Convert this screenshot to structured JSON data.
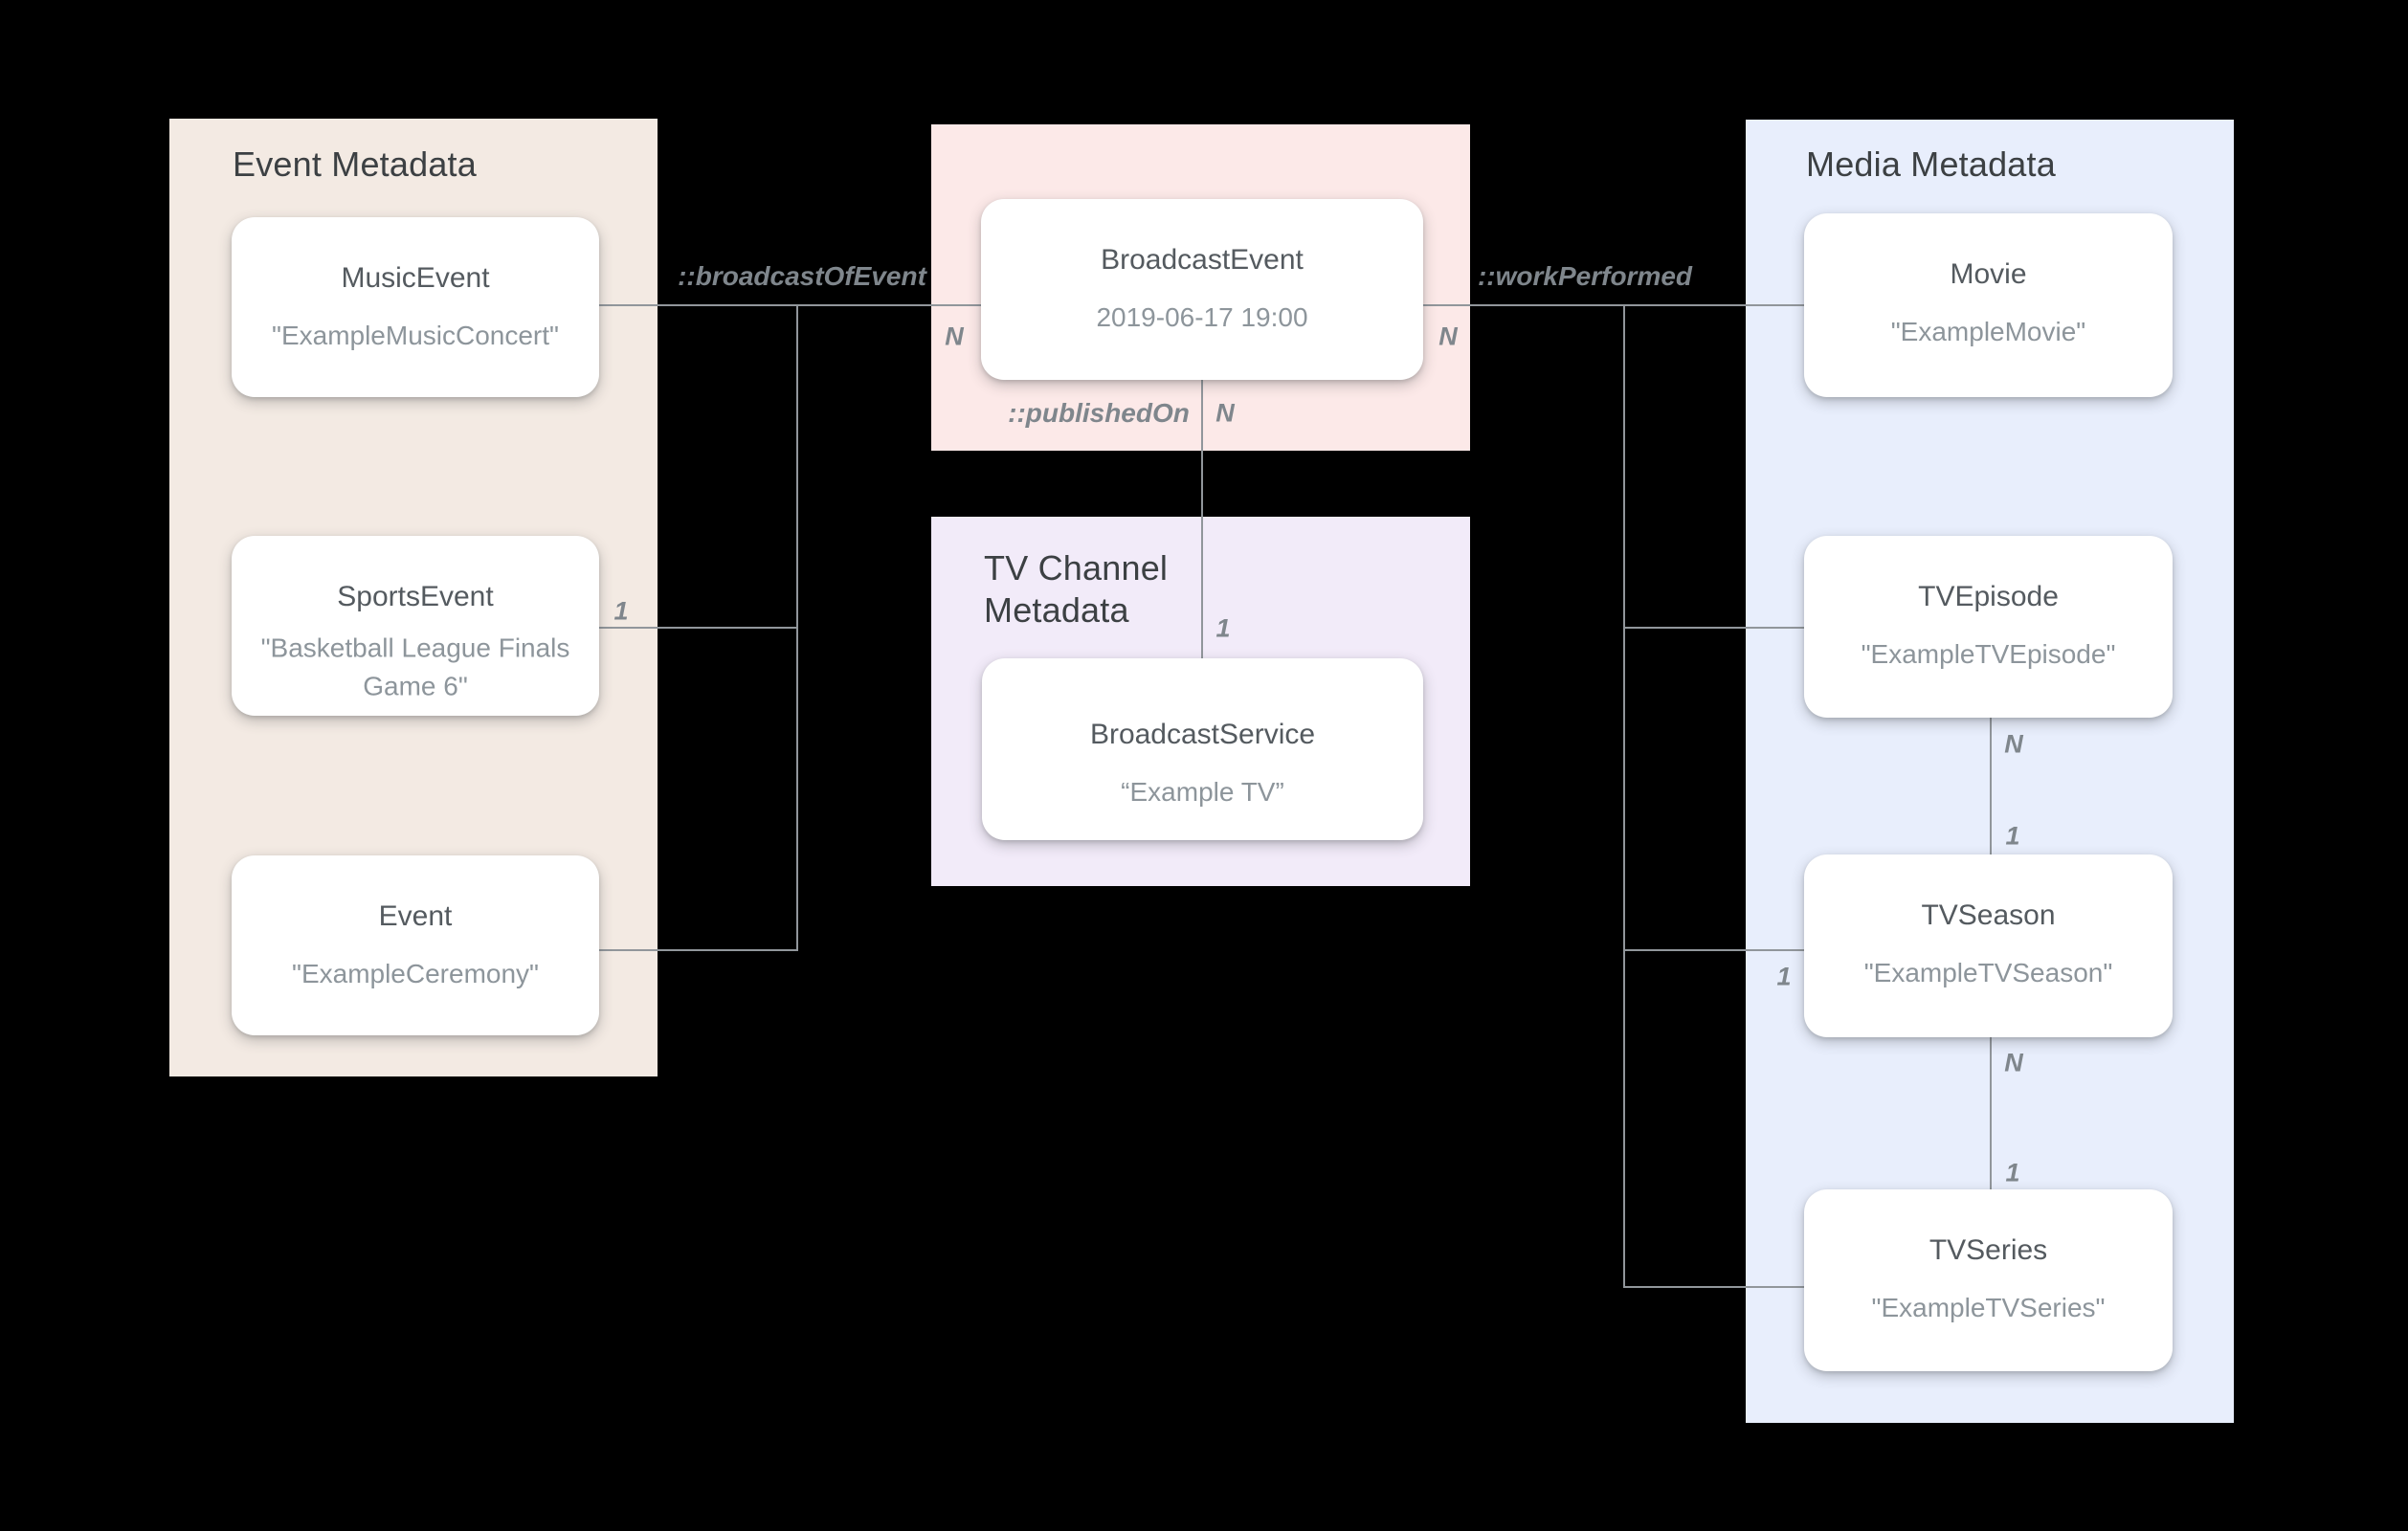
{
  "panels": {
    "event": {
      "title": "Event Metadata",
      "bg": "#f3eae3"
    },
    "broadcast": {
      "title": "",
      "bg": "#fce9e8"
    },
    "tv_channel": {
      "title": "TV Channel Metadata",
      "bg": "#f2ebf9"
    },
    "media": {
      "title": "Media Metadata",
      "bg": "#e8eefc"
    }
  },
  "cards": {
    "music_event": {
      "title": "MusicEvent",
      "subtitle": "\"ExampleMusicConcert\""
    },
    "sports_event": {
      "title": "SportsEvent",
      "subtitle": "\"Basketball League Finals Game 6\""
    },
    "event": {
      "title": "Event",
      "subtitle": "\"ExampleCeremony\""
    },
    "broadcast_event": {
      "title": "BroadcastEvent",
      "subtitle": "2019-06-17 19:00"
    },
    "broadcast_service": {
      "title": "BroadcastService",
      "subtitle": "“Example TV”"
    },
    "movie": {
      "title": "Movie",
      "subtitle": "\"ExampleMovie\""
    },
    "tv_episode": {
      "title": "TVEpisode",
      "subtitle": "\"ExampleTVEpisode\""
    },
    "tv_season": {
      "title": "TVSeason",
      "subtitle": "\"ExampleTVSeason\""
    },
    "tv_series": {
      "title": "TVSeries",
      "subtitle": "\"ExampleTVSeries\""
    }
  },
  "edge_labels": {
    "broadcast_of_event": "::broadcastOfEvent",
    "work_performed": "::workPerformed",
    "published_on": "::publishedOn",
    "n_broadcast_left": "N",
    "n_broadcast_right": "N",
    "n_published": "N",
    "one_sports": "1",
    "one_service": "1",
    "n_tvepisode": "N",
    "one_tvseason_upper": "1",
    "one_tvseason_left": "1",
    "n_tvseason_lower": "N",
    "one_tvseries": "1"
  },
  "colors": {
    "background": "#000000",
    "line": "#91969b",
    "label_text": "#7f868c",
    "panel_title": "#3c4043",
    "card_title": "#545a5f",
    "card_subtitle": "#8d959b"
  }
}
